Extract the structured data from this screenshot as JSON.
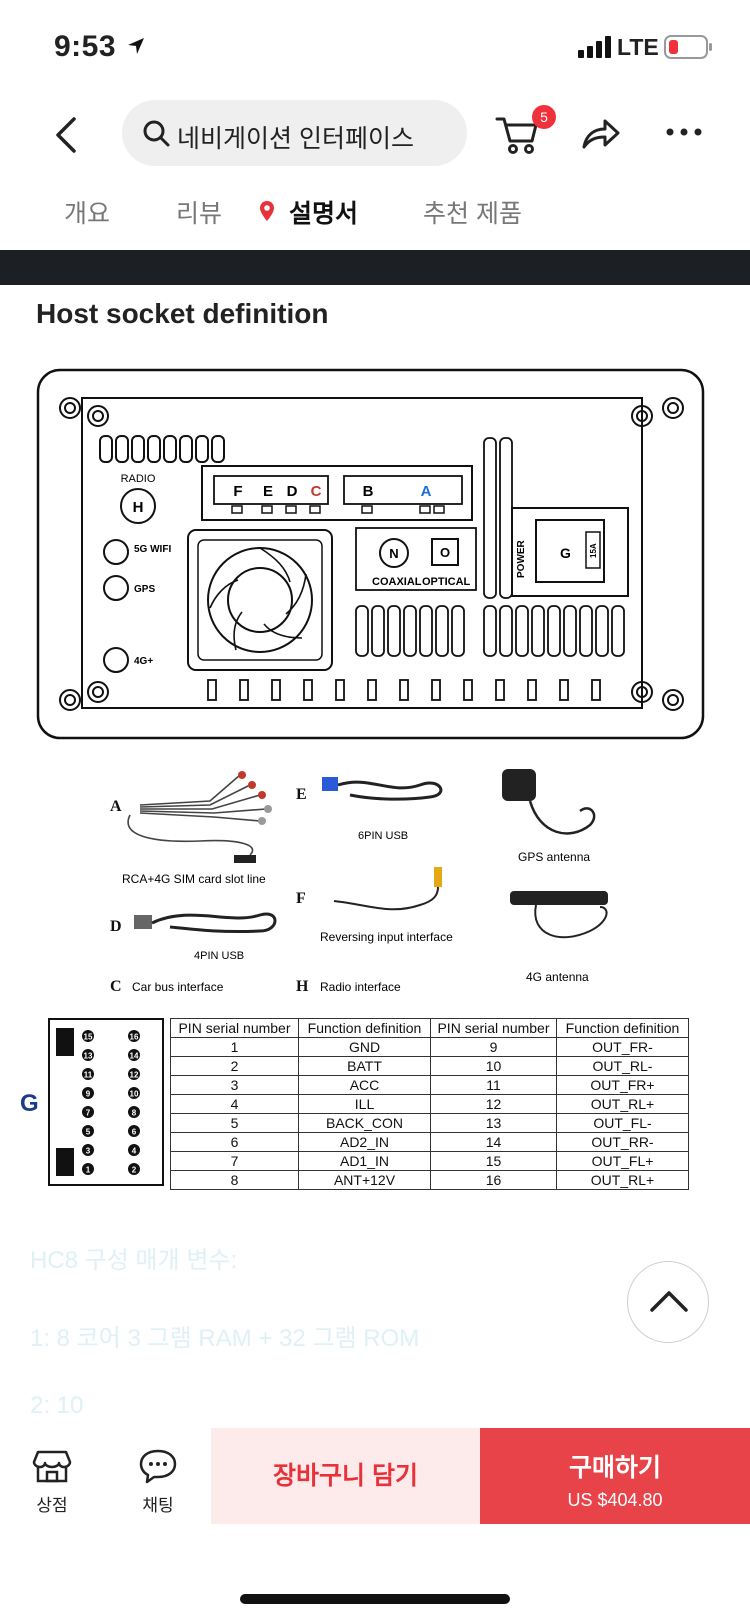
{
  "status_bar": {
    "time": "9:53",
    "network": "LTE"
  },
  "header": {
    "search_text": "네비게이션 인터페이스",
    "cart_count": "5"
  },
  "tabs": [
    {
      "label": "개요"
    },
    {
      "label": "리뷰"
    },
    {
      "label": "설명서",
      "active": true
    },
    {
      "label": "추천 제품"
    }
  ],
  "content": {
    "heading": "Host socket definition",
    "diagram": {
      "radio": "RADIO",
      "h": "H",
      "connectors": [
        "F",
        "E",
        "D",
        "C",
        "B",
        "A"
      ],
      "wifi": "5G WIFI",
      "gps": "GPS",
      "g4": "4G+",
      "n": "N",
      "o": "O",
      "coaxial": "COAXIAL",
      "optical": "OPTICAL",
      "power": "POWER",
      "g": "G",
      "fuse": "15A"
    },
    "accessories": {
      "a_letter": "A",
      "a_label": "RCA+4G SIM card slot line",
      "e_letter": "E",
      "e_label": "6PIN USB",
      "gps_label": "GPS antenna",
      "d_letter": "D",
      "d_label": "4PIN USB",
      "f_letter": "F",
      "f_label": "Reversing input interface",
      "g4_label": "4G antenna",
      "c_letter": "C",
      "c_label": "Car bus interface",
      "h_letter": "H",
      "h_label": "Radio interface"
    },
    "pin_table": {
      "g_label": "G",
      "connector_pins": [
        "15",
        "16",
        "13",
        "14",
        "11",
        "12",
        "9",
        "10",
        "7",
        "8",
        "5",
        "6",
        "3",
        "4",
        "1",
        "2"
      ],
      "headers": [
        "PIN serial number",
        "Function definition",
        "PIN serial number",
        "Function definition"
      ],
      "rows": [
        [
          "1",
          "GND",
          "9",
          "OUT_FR-"
        ],
        [
          "2",
          "BATT",
          "10",
          "OUT_RL-"
        ],
        [
          "3",
          "ACC",
          "11",
          "OUT_FR+"
        ],
        [
          "4",
          "ILL",
          "12",
          "OUT_RL+"
        ],
        [
          "5",
          "BACK_CON",
          "13",
          "OUT_FL-"
        ],
        [
          "6",
          "AD2_IN",
          "14",
          "OUT_RR-"
        ],
        [
          "7",
          "AD1_IN",
          "15",
          "OUT_FL+"
        ],
        [
          "8",
          "ANT+12V",
          "16",
          "OUT_RL+"
        ]
      ]
    },
    "description": [
      "HC8 구성 매개 변수:",
      "1: 8 코어 3 그램 RAM + 32 그램 ROM",
      "2: 10"
    ]
  },
  "bottom_bar": {
    "store_label": "상점",
    "chat_label": "채팅",
    "add_cart_label": "장바구니 담기",
    "buy_label": "구매하기",
    "price": "US $404.80"
  },
  "colors": {
    "accent": "#e9434a",
    "add_cart_bg": "#fdeaea",
    "badge": "#f0303a",
    "blue_label": "#1a6fd8"
  }
}
